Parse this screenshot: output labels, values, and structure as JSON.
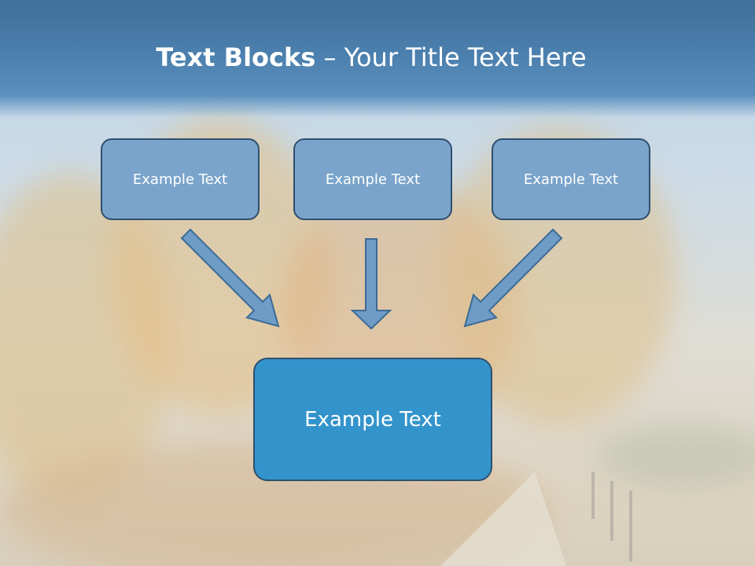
{
  "slide": {
    "title_bold": "Text Blocks",
    "title_dash": "–",
    "title_rest": "Your Title Text Here",
    "boxes": [
      {
        "label": "Example Text"
      },
      {
        "label": "Example Text"
      },
      {
        "label": "Example Text"
      }
    ],
    "main_box": {
      "label": "Example Text"
    }
  },
  "colors": {
    "header": "#4b7fad",
    "small_box": "#7aa4cb",
    "main_box": "#3394cc",
    "arrow": "#6f9cc6",
    "border": "#2f4f6e"
  }
}
